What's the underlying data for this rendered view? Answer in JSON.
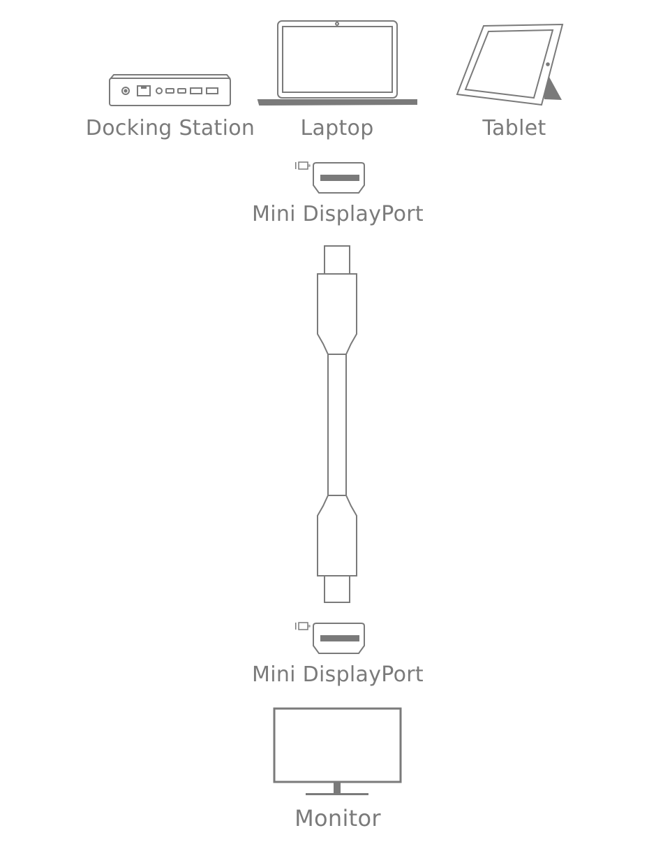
{
  "devices": {
    "docking_station": {
      "label": "Docking Station",
      "icon": "docking-station-icon"
    },
    "laptop": {
      "label": "Laptop",
      "icon": "laptop-icon"
    },
    "tablet": {
      "label": "Tablet",
      "icon": "tablet-icon"
    }
  },
  "ports": {
    "top": {
      "label": "Mini DisplayPort",
      "icon": "mini-displayport-icon"
    },
    "bottom": {
      "label": "Mini DisplayPort",
      "icon": "mini-displayport-icon"
    }
  },
  "cable": {
    "icon": "mini-displayport-cable-icon"
  },
  "monitor": {
    "label": "Monitor",
    "icon": "monitor-icon"
  },
  "colors": {
    "stroke": "#7a7a7a",
    "fill": "#8c8c8c",
    "background": "#ffffff"
  }
}
